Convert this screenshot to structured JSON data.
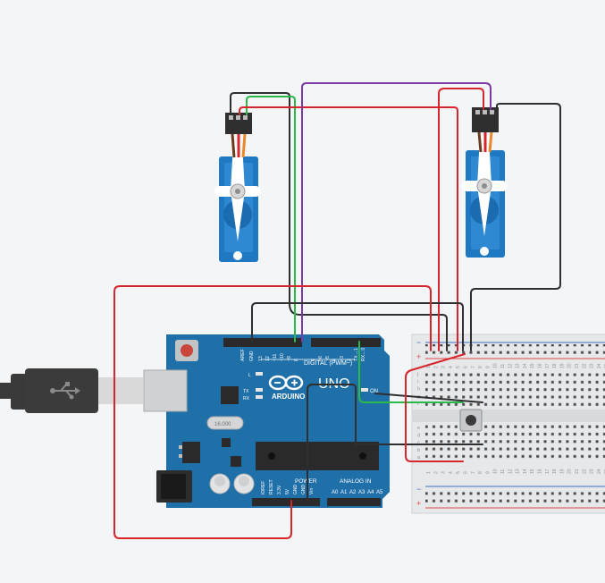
{
  "board": {
    "name": "UNO",
    "brand": "ARDUINO",
    "digital_label": "DIGITAL (PWM~)",
    "power_label": "POWER",
    "analog_label": "ANALOG IN",
    "on_label": "ON",
    "led_l": "L",
    "led_tx": "TX",
    "led_rx": "RX",
    "crystal_label": "16.000",
    "digital_pins": [
      "AREF",
      "GND",
      "13",
      "12",
      "~11",
      "~10",
      "~9",
      "8",
      "7",
      "~6",
      "~5",
      "4",
      "~3",
      "2",
      "TX→1",
      "RX←0"
    ],
    "power_pins": [
      "IOREF",
      "RESET",
      "3.3V",
      "5V",
      "GND",
      "GND",
      "Vin"
    ],
    "analog_pins": [
      "A0",
      "A1",
      "A2",
      "A3",
      "A4",
      "A5"
    ]
  },
  "breadboard": {
    "column_numbers": [
      "1",
      "2",
      "3",
      "4",
      "5",
      "6",
      "7",
      "8",
      "9",
      "10",
      "11",
      "12",
      "13",
      "14",
      "15",
      "16",
      "17",
      "18",
      "19",
      "20",
      "21",
      "22",
      "23",
      "24",
      "25"
    ],
    "top_row_letters": [
      "j",
      "i",
      "h",
      "g",
      "f"
    ],
    "bottom_row_letters": [
      "e",
      "d",
      "c",
      "b",
      "a"
    ],
    "rail_minus": "−",
    "rail_plus": "+"
  },
  "colors": {
    "wire_red": "#d6262b",
    "wire_black": "#2f2f2f",
    "wire_green": "#2db84a",
    "wire_purple": "#7b3aa6",
    "board_blue": "#1f6fa8",
    "servo_blue": "#1e78c2"
  },
  "icons": {
    "usb": "usb-icon",
    "arduino_logo": "arduino-infinity-logo"
  }
}
